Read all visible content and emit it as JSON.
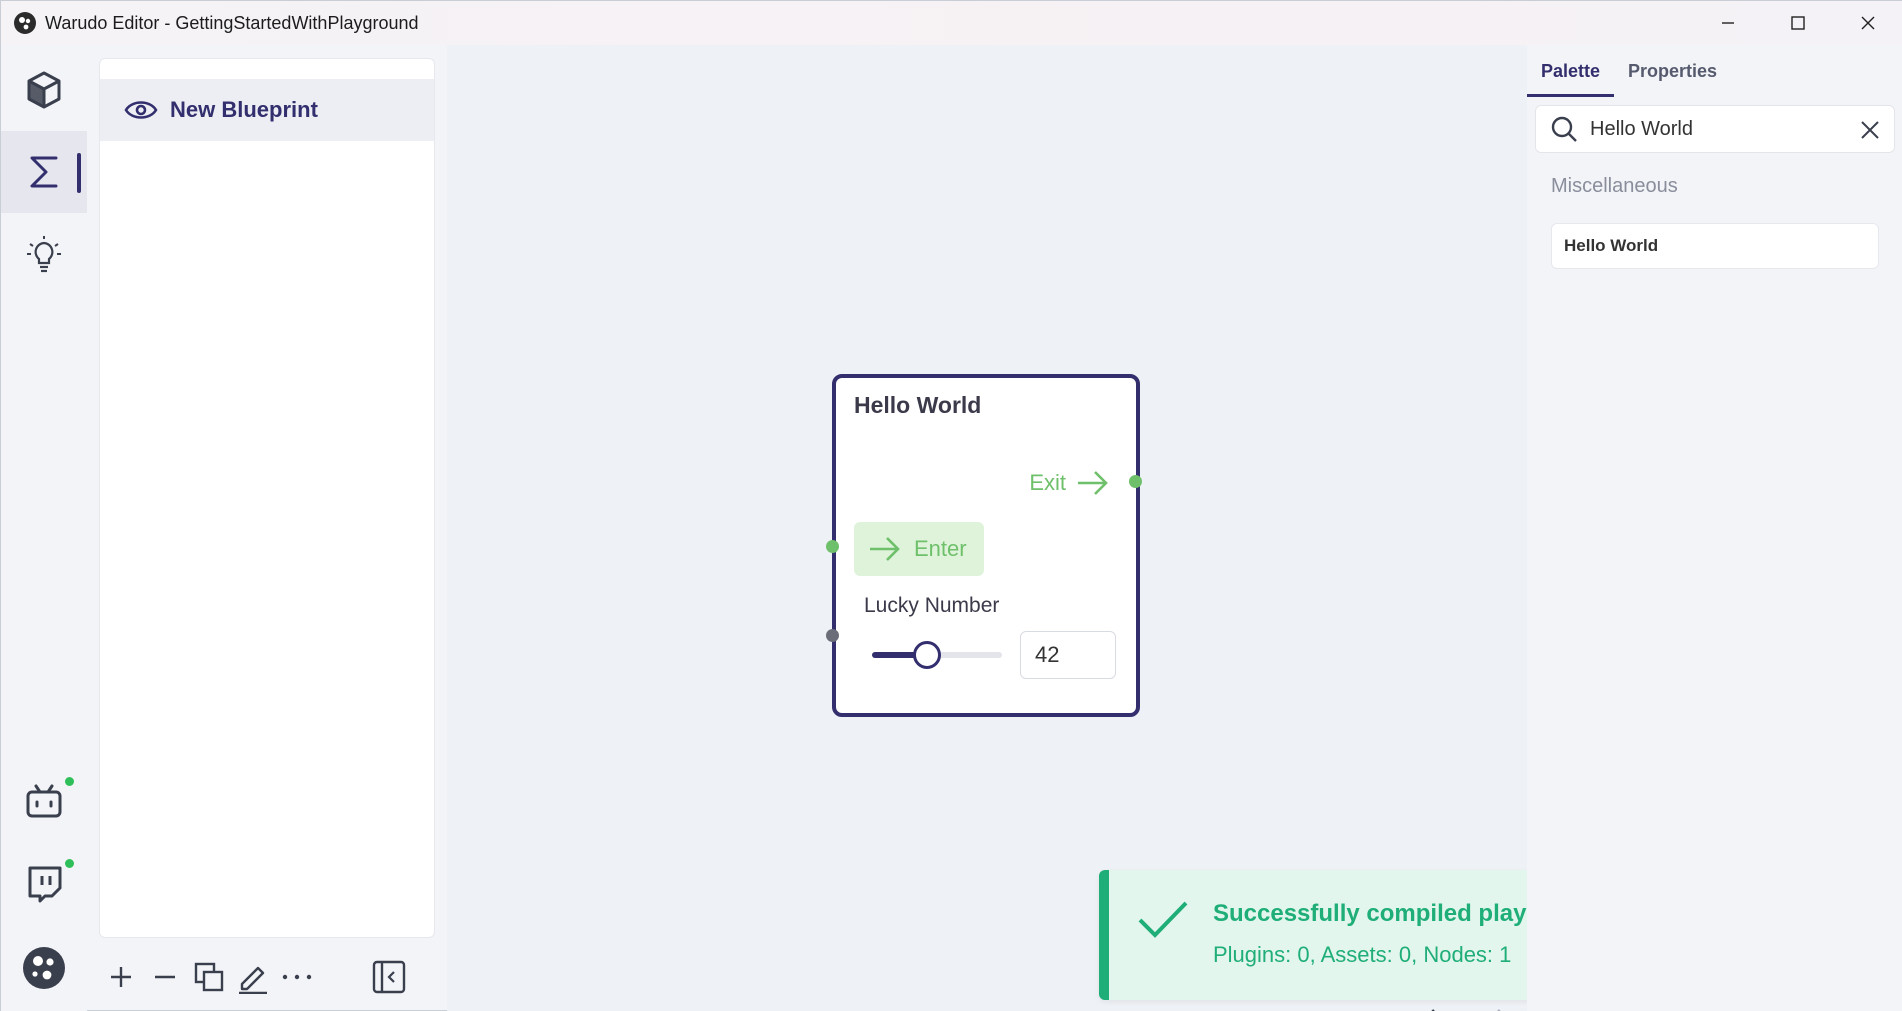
{
  "window": {
    "title": "Warudo Editor - GettingStartedWithPlayground"
  },
  "sidebar": {
    "items": [
      {
        "name": "assets",
        "icon": "cube-icon"
      },
      {
        "name": "blueprints",
        "icon": "sigma-icon",
        "active": true
      },
      {
        "name": "tips",
        "icon": "lightbulb-icon"
      },
      {
        "name": "bilibili",
        "icon": "tv-robot-icon",
        "status_dot": true
      },
      {
        "name": "twitch",
        "icon": "twitch-icon",
        "status_dot": true
      },
      {
        "name": "app-menu",
        "icon": "warudo-logo-icon"
      }
    ]
  },
  "blueprints": {
    "items": [
      {
        "label": "New Blueprint",
        "icon": "eye-icon"
      }
    ],
    "toolbar": [
      "add-icon",
      "remove-icon",
      "duplicate-icon",
      "rename-icon",
      "more-icon",
      "collapse-panel-icon"
    ]
  },
  "node": {
    "title": "Hello World",
    "exit_label": "Exit",
    "enter_label": "Enter",
    "lucky_label": "Lucky Number",
    "lucky_value": "42",
    "slider_fraction": 0.42
  },
  "toast": {
    "title": "Successfully compiled playground",
    "detail": "Plugins: 0, Assets: 0, Nodes: 1"
  },
  "right_panel": {
    "tabs": [
      {
        "label": "Palette",
        "active": true
      },
      {
        "label": "Properties"
      }
    ],
    "search_value": "Hello World",
    "category": "Miscellaneous",
    "palette_items": [
      "Hello World"
    ]
  },
  "colors": {
    "accent": "#332f6e",
    "flow": "#6fc06a",
    "success": "#1fae78",
    "status_dot": "#2fbf5a"
  }
}
